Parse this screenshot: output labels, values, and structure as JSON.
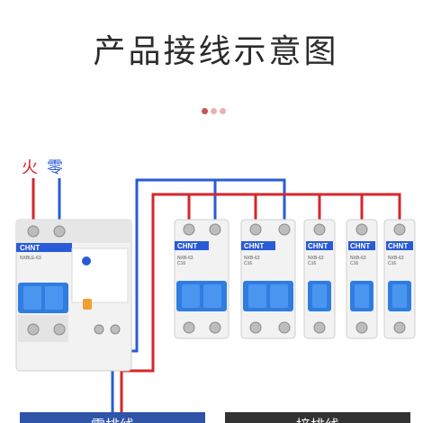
{
  "title": "产品接线示意图",
  "labels": {
    "live": "火",
    "neutral": "零"
  },
  "brand": "CHNT",
  "rcbo_model": "NXBLE-63",
  "mcb_model": "NXB-63",
  "mcb_rating": "C16",
  "legend": {
    "left": "零排线",
    "right": "接排线"
  },
  "colors": {
    "live": "#d6262b",
    "neutral": "#2a5bd7",
    "title": "#2b2b2b",
    "dot_active": "#c9544f",
    "dot_inactive": "#e8b4b1",
    "legend_left": "#2f54a8",
    "legend_right": "#333333"
  }
}
